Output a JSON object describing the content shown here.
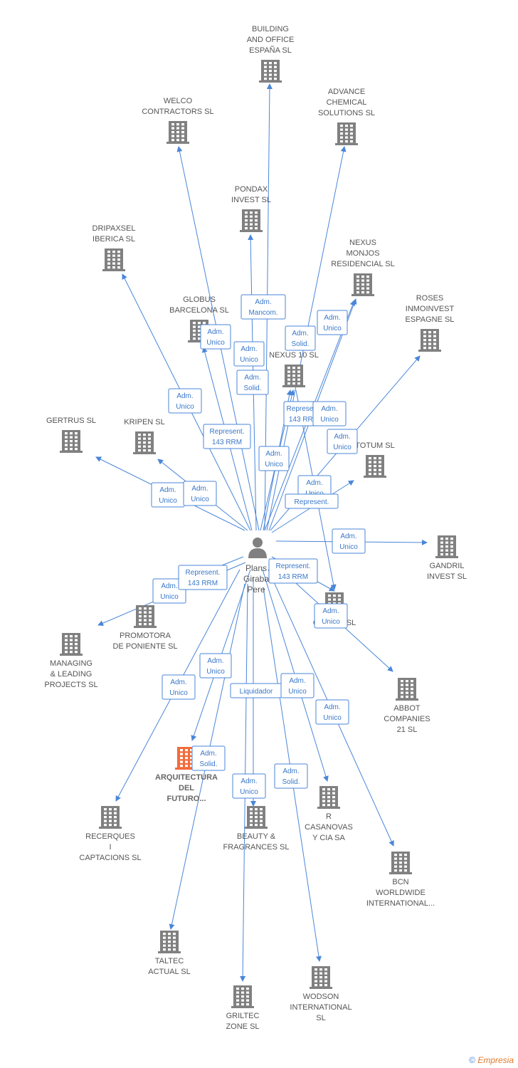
{
  "center": {
    "name_lines": [
      "Plans",
      "Giraba",
      "Pere"
    ]
  },
  "colors": {
    "edge": "#4a86d8",
    "building": "#808080",
    "highlight": "#f26b3a",
    "label": "#555555"
  },
  "companies": [
    {
      "id": "building-and-office",
      "name_lines": [
        "BUILDING",
        "AND OFFICE",
        "ESPAÑA SL"
      ]
    },
    {
      "id": "welco",
      "name_lines": [
        "WELCO",
        "CONTRACTORS SL"
      ]
    },
    {
      "id": "advance-chemical",
      "name_lines": [
        "ADVANCE",
        "CHEMICAL",
        "SOLUTIONS SL"
      ]
    },
    {
      "id": "pondax",
      "name_lines": [
        "PONDAX",
        "INVEST SL"
      ]
    },
    {
      "id": "dripaxsel",
      "name_lines": [
        "DRIPAXSEL",
        "IBERICA SL"
      ]
    },
    {
      "id": "nexus-monjos",
      "name_lines": [
        "NEXUS",
        "MONJOS",
        "RESIDENCIAL SL"
      ]
    },
    {
      "id": "roses",
      "name_lines": [
        "ROSES",
        "INMOINVEST",
        "ESPAGNE SL"
      ]
    },
    {
      "id": "globus",
      "name_lines": [
        "GLOBUS",
        "BARCELONA SL"
      ]
    },
    {
      "id": "nexus-10",
      "name_lines": [
        "NEXUS 10 SL"
      ]
    },
    {
      "id": "gertrus",
      "name_lines": [
        "GERTRUS SL"
      ]
    },
    {
      "id": "kripen",
      "name_lines": [
        "KRIPEN SL"
      ]
    },
    {
      "id": "totum",
      "name_lines": [
        "TOTUM SL"
      ]
    },
    {
      "id": "gandril",
      "name_lines": [
        "GANDRIL",
        "INVEST SL"
      ]
    },
    {
      "id": "galaxy",
      "name_lines": [
        "GALAXY SL"
      ]
    },
    {
      "id": "promotora",
      "name_lines": [
        "PROMOTORA",
        "DE PONIENTE SL"
      ]
    },
    {
      "id": "managing",
      "name_lines": [
        "MANAGING",
        "& LEADING",
        "PROJECTS SL"
      ]
    },
    {
      "id": "abbot",
      "name_lines": [
        "ABBOT",
        "COMPANIES",
        "21 SL"
      ]
    },
    {
      "id": "arquitectura",
      "name_lines": [
        "ARQUITECTURA",
        "DEL",
        "FUTURO..."
      ],
      "highlight": true
    },
    {
      "id": "recerques",
      "name_lines": [
        "RECERQUES",
        "I",
        "CAPTACIONS SL"
      ]
    },
    {
      "id": "beauty",
      "name_lines": [
        "BEAUTY &",
        "FRAGRANCES SL"
      ]
    },
    {
      "id": "casanovas",
      "name_lines": [
        "R",
        "CASANOVAS",
        "Y CIA SA"
      ]
    },
    {
      "id": "bcn",
      "name_lines": [
        "BCN",
        "WORLDWIDE",
        "INTERNATIONAL..."
      ]
    },
    {
      "id": "taltec",
      "name_lines": [
        "TALTEC",
        "ACTUAL SL"
      ]
    },
    {
      "id": "griltec",
      "name_lines": [
        "GRILTEC",
        "ZONE SL"
      ]
    },
    {
      "id": "wodson",
      "name_lines": [
        "WODSON",
        "INTERNATIONAL",
        "SL"
      ]
    }
  ],
  "relations": [
    {
      "id": "r1",
      "lines": [
        "Adm.",
        "Mancom."
      ]
    },
    {
      "id": "r2",
      "lines": [
        "Adm.",
        "Solid."
      ]
    },
    {
      "id": "r3",
      "lines": [
        "Adm.",
        "Unico"
      ]
    },
    {
      "id": "r4",
      "lines": [
        "Adm.",
        "Unico"
      ]
    },
    {
      "id": "r5",
      "lines": [
        "Adm.",
        "Unico"
      ]
    },
    {
      "id": "r6",
      "lines": [
        "Adm.",
        "Solid."
      ]
    },
    {
      "id": "r7",
      "lines": [
        "Adm.",
        "Unico"
      ]
    },
    {
      "id": "r8",
      "lines": [
        "Represent.",
        "143 RRM"
      ]
    },
    {
      "id": "r9",
      "lines": [
        "Represent.",
        "143 RRM"
      ]
    },
    {
      "id": "r10",
      "lines": [
        "Adm.",
        "Unico"
      ]
    },
    {
      "id": "r11",
      "lines": [
        "Adm.",
        "Unico"
      ]
    },
    {
      "id": "r12",
      "lines": [
        "Adm.",
        "Unico"
      ]
    },
    {
      "id": "r13",
      "lines": [
        "Adm.",
        "Unico"
      ]
    },
    {
      "id": "r14",
      "lines": [
        "Adm.",
        "Unico"
      ]
    },
    {
      "id": "r15",
      "lines": [
        "Adm.",
        "Unico"
      ]
    },
    {
      "id": "r16",
      "lines": [
        "Represent."
      ]
    },
    {
      "id": "r17",
      "lines": [
        "Adm.",
        "Unico"
      ]
    },
    {
      "id": "r18",
      "lines": [
        "Represent.",
        "143 RRM"
      ]
    },
    {
      "id": "r19",
      "lines": [
        "Adm.",
        "Unico"
      ]
    },
    {
      "id": "r20",
      "lines": [
        "Represent.",
        "143 RRM"
      ]
    },
    {
      "id": "r21",
      "lines": [
        "Adm.",
        "Unico"
      ]
    },
    {
      "id": "r22",
      "lines": [
        "Adm.",
        "Unico"
      ]
    },
    {
      "id": "r23",
      "lines": [
        "Adm.",
        "Unico"
      ]
    },
    {
      "id": "r24",
      "lines": [
        "Liquidador"
      ]
    },
    {
      "id": "r25",
      "lines": [
        "Adm.",
        "Unico"
      ]
    },
    {
      "id": "r26",
      "lines": [
        "Adm.",
        "Unico"
      ]
    },
    {
      "id": "r27",
      "lines": [
        "Adm.",
        "Solid."
      ]
    },
    {
      "id": "r28",
      "lines": [
        "Adm.",
        "Solid."
      ]
    },
    {
      "id": "r29",
      "lines": [
        "Adm.",
        "Unico"
      ]
    }
  ],
  "footer": {
    "copyright": "©",
    "brand": "Empresia"
  }
}
